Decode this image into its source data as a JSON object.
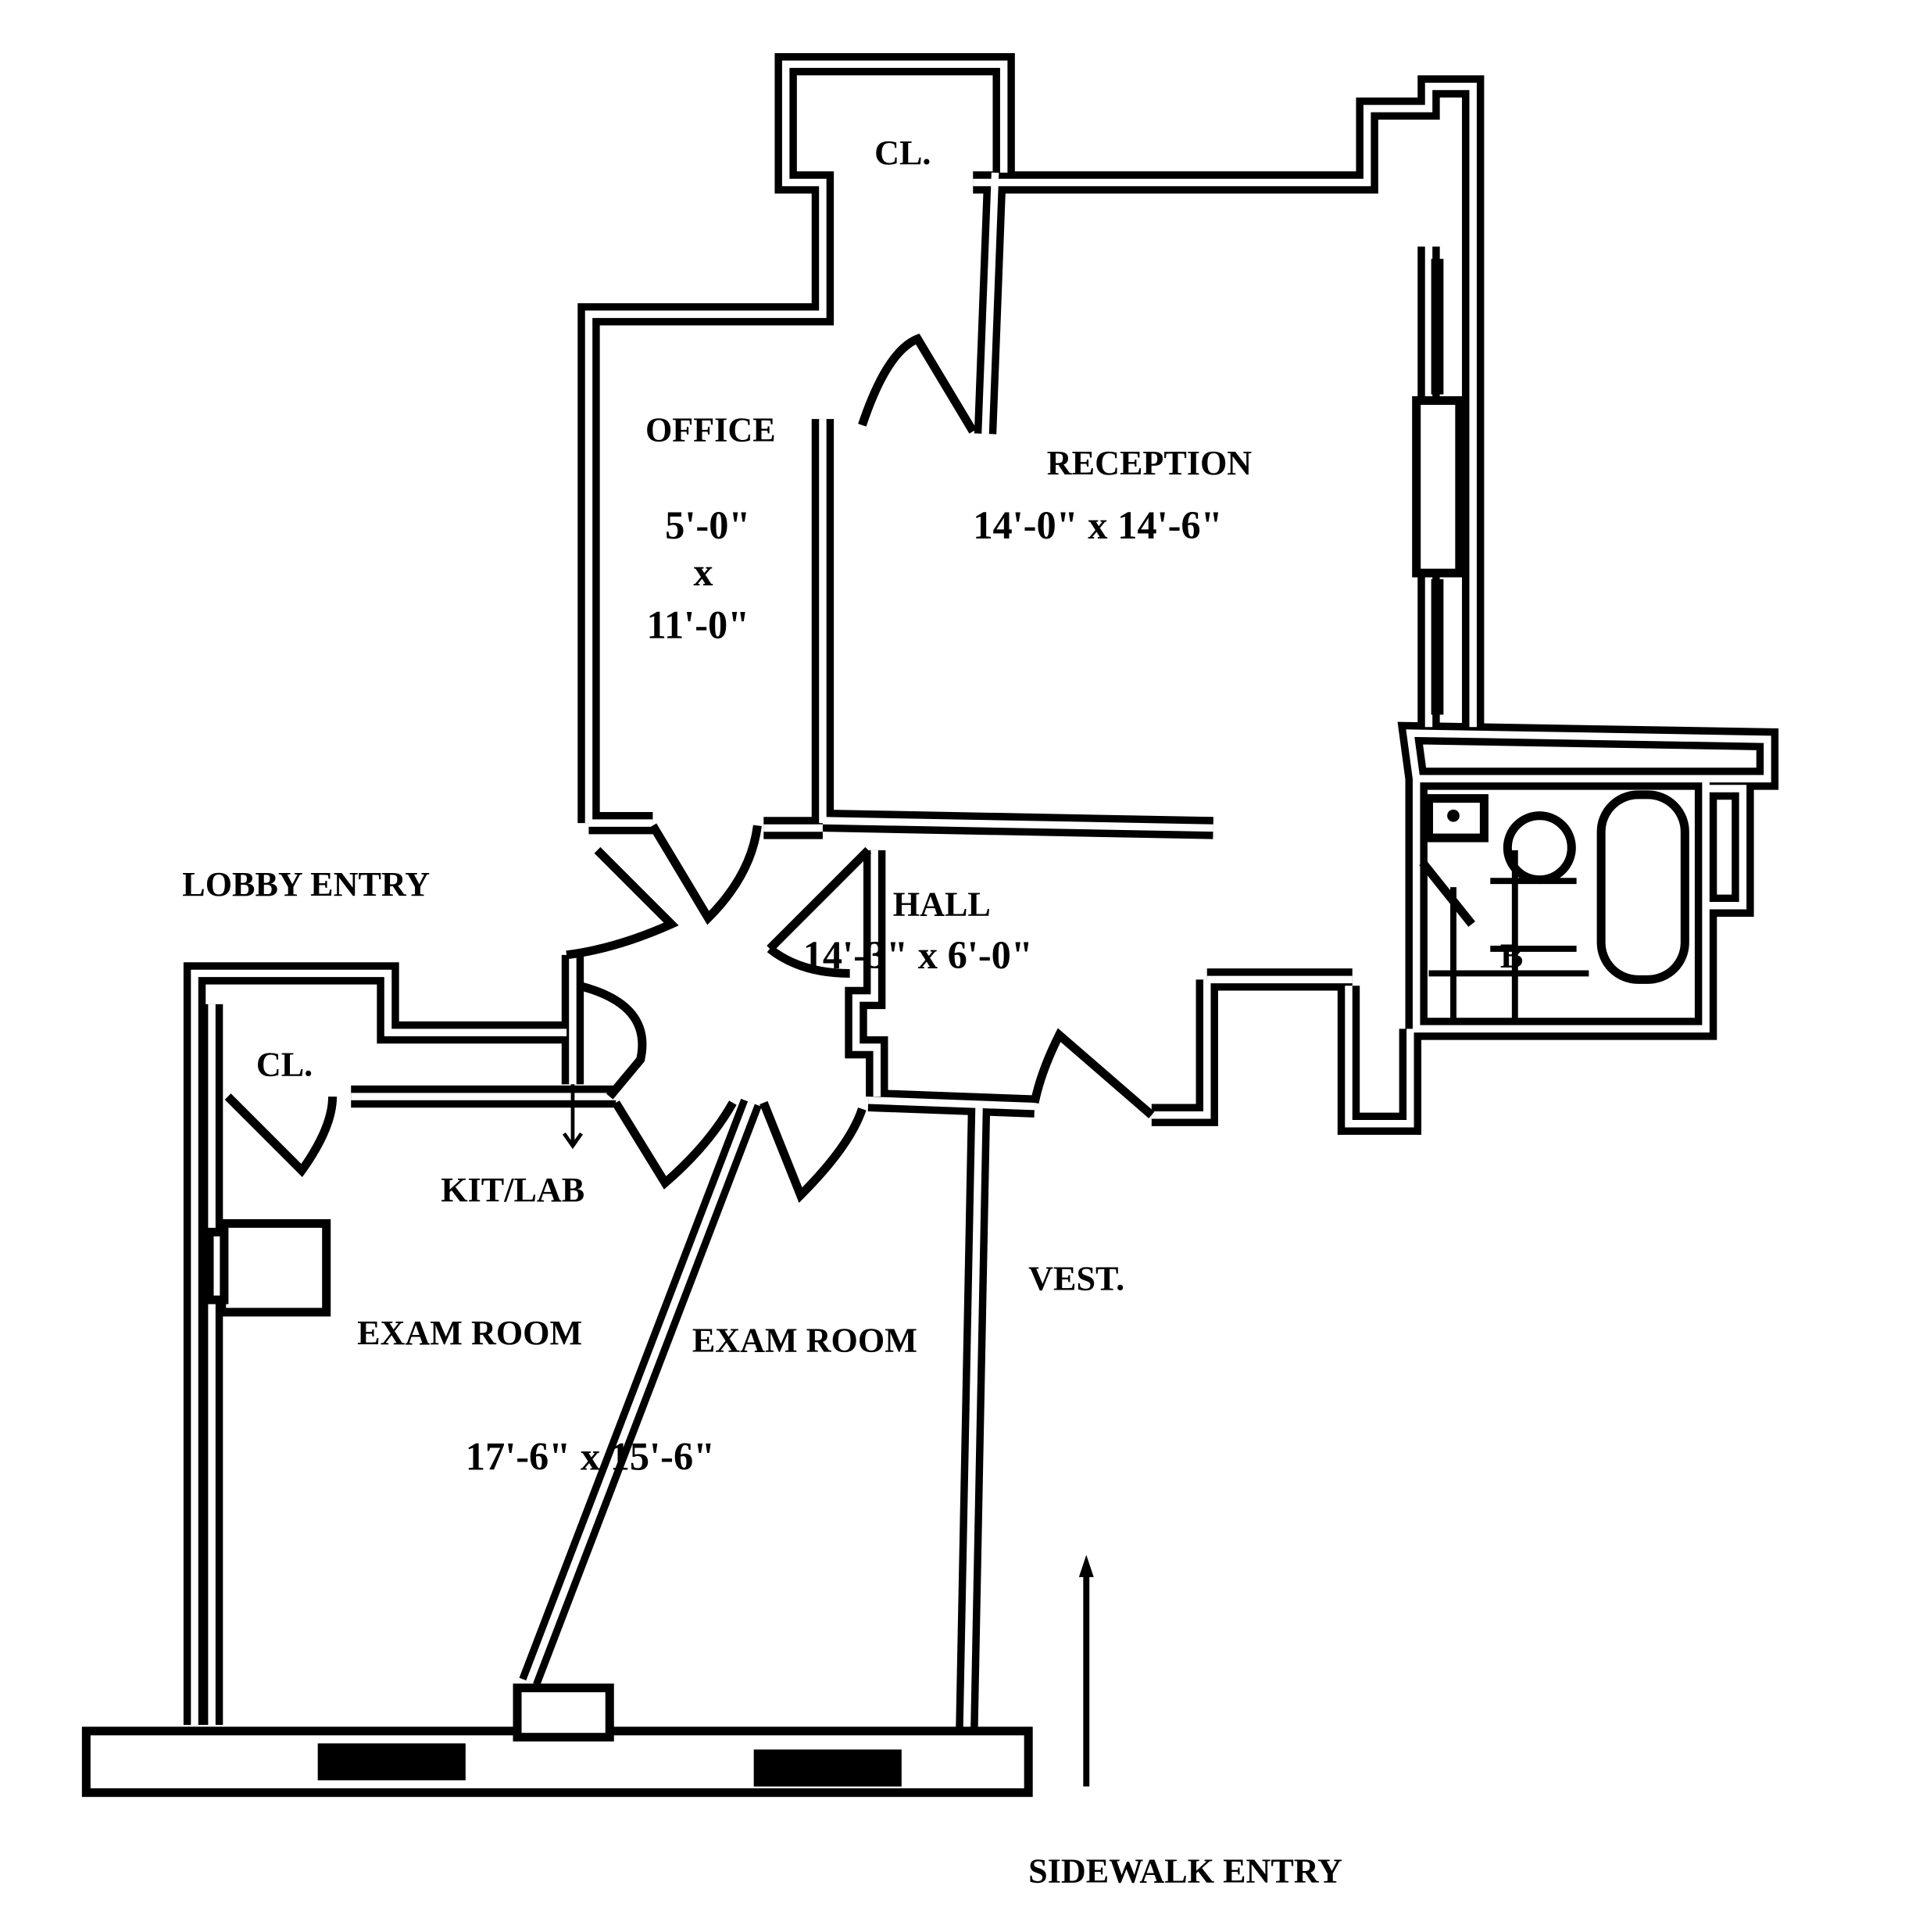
{
  "floorplan": {
    "rooms": {
      "closet_top": {
        "label": "CL."
      },
      "office": {
        "label": "OFFICE",
        "dim_w": "5'-0\"",
        "dim_x": "x",
        "dim_h": "11'-0\""
      },
      "reception": {
        "label": "RECEPTION",
        "dims": "14'-0\" x 14'-6\""
      },
      "hall": {
        "label": "HALL",
        "dims": "14'-3\" x 6'-0\""
      },
      "closet_left": {
        "label": "CL."
      },
      "bath": {
        "label": "B"
      },
      "kitlab": {
        "label": "KIT/LAB"
      },
      "exam_left": {
        "label": "EXAM ROOM"
      },
      "exam_right": {
        "label": "EXAM ROOM"
      },
      "exam_dims": "17'-6\" x 15'-6\"",
      "vest": {
        "label": "VEST."
      }
    },
    "entries": {
      "lobby": "LOBBY ENTRY",
      "sidewalk": "SIDEWALK ENTRY"
    }
  }
}
